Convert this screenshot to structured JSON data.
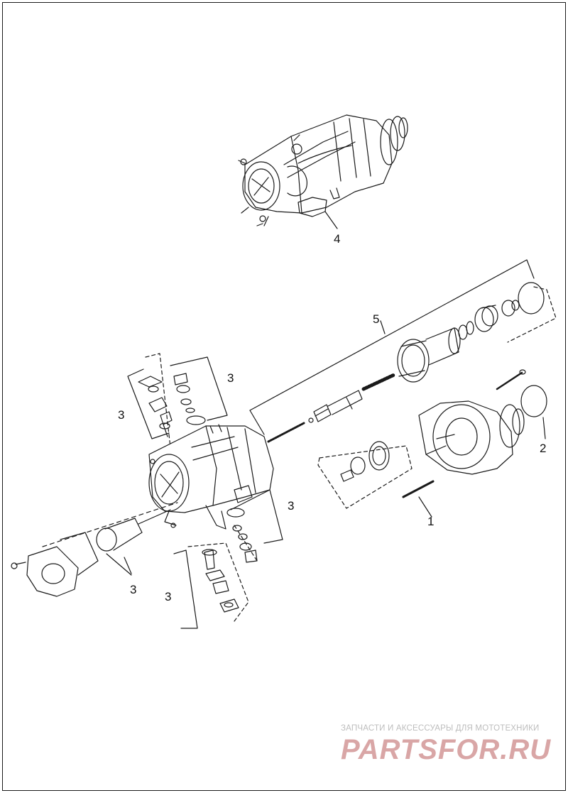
{
  "callouts": {
    "c1": "1",
    "c2": "2",
    "c3a": "3",
    "c3b": "3",
    "c3c": "3",
    "c3d": "3",
    "c3e": "3",
    "c4": "4",
    "c5": "5"
  },
  "watermark": {
    "tagline": "ЗАПЧАСТИ И АКСЕССУАРЫ ДЛЯ МОТОТЕХНИКИ",
    "logo": "PARTSFOR.RU"
  },
  "colors": {
    "line": "#1a1a1a",
    "watermark_text": "#bdbdbd",
    "watermark_logo": "#d9a6a6"
  }
}
